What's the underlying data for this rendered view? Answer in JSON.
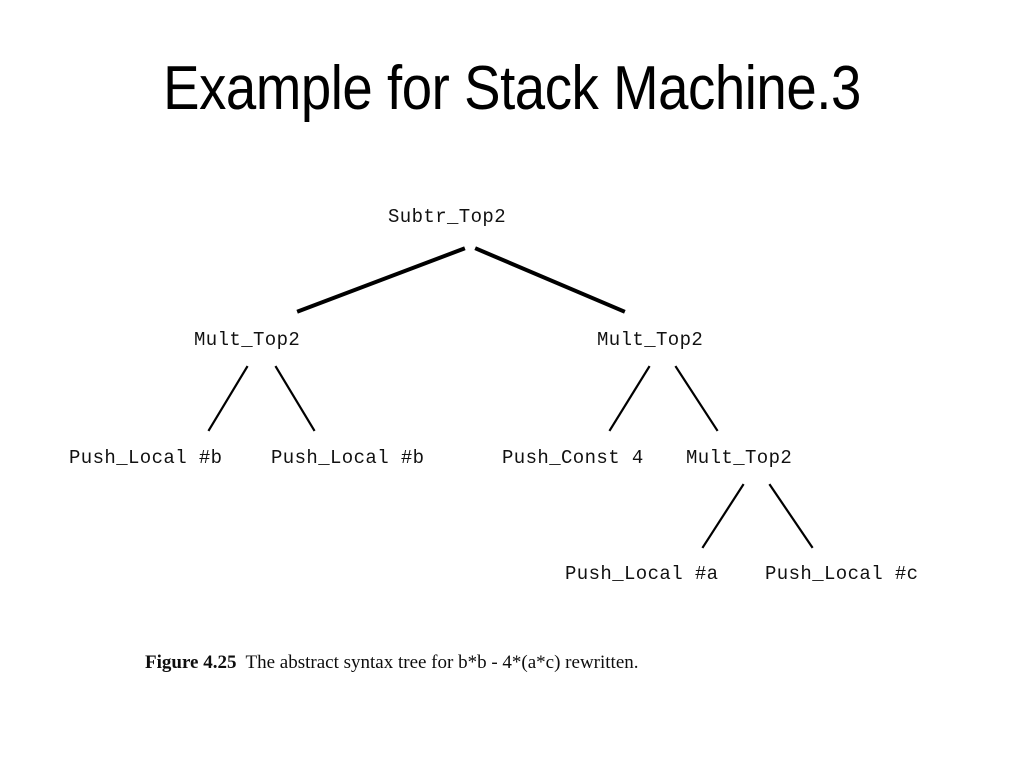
{
  "slide": {
    "title": "Example for Stack Machine.3",
    "background_color": "#ffffff",
    "text_color": "#000000"
  },
  "figure": {
    "caption_label": "Figure 4.25",
    "caption_text": "The abstract syntax tree for b*b  -  4*(a*c) rewritten.",
    "expression": "b*b - 4*(a*c)",
    "tree": {
      "root": {
        "label": "Subtr_Top2",
        "children": [
          {
            "label": "Mult_Top2",
            "children": [
              {
                "label": "Push_Local #b",
                "children": []
              },
              {
                "label": "Push_Local #b",
                "children": []
              }
            ]
          },
          {
            "label": "Mult_Top2",
            "children": [
              {
                "label": "Push_Const 4",
                "children": []
              },
              {
                "label": "Mult_Top2",
                "children": [
                  {
                    "label": "Push_Local #a",
                    "children": []
                  },
                  {
                    "label": "Push_Local #c",
                    "children": []
                  }
                ]
              }
            ]
          }
        ]
      }
    },
    "nodes": {
      "root": "Subtr_Top2",
      "mult_left": "Mult_Top2",
      "mult_right": "Mult_Top2",
      "push_local_b1": "Push_Local #b",
      "push_local_b2": "Push_Local #b",
      "push_const_4": "Push_Const 4",
      "mult_inner": "Mult_Top2",
      "push_local_a": "Push_Local #a",
      "push_local_c": "Push_Local #c"
    }
  }
}
